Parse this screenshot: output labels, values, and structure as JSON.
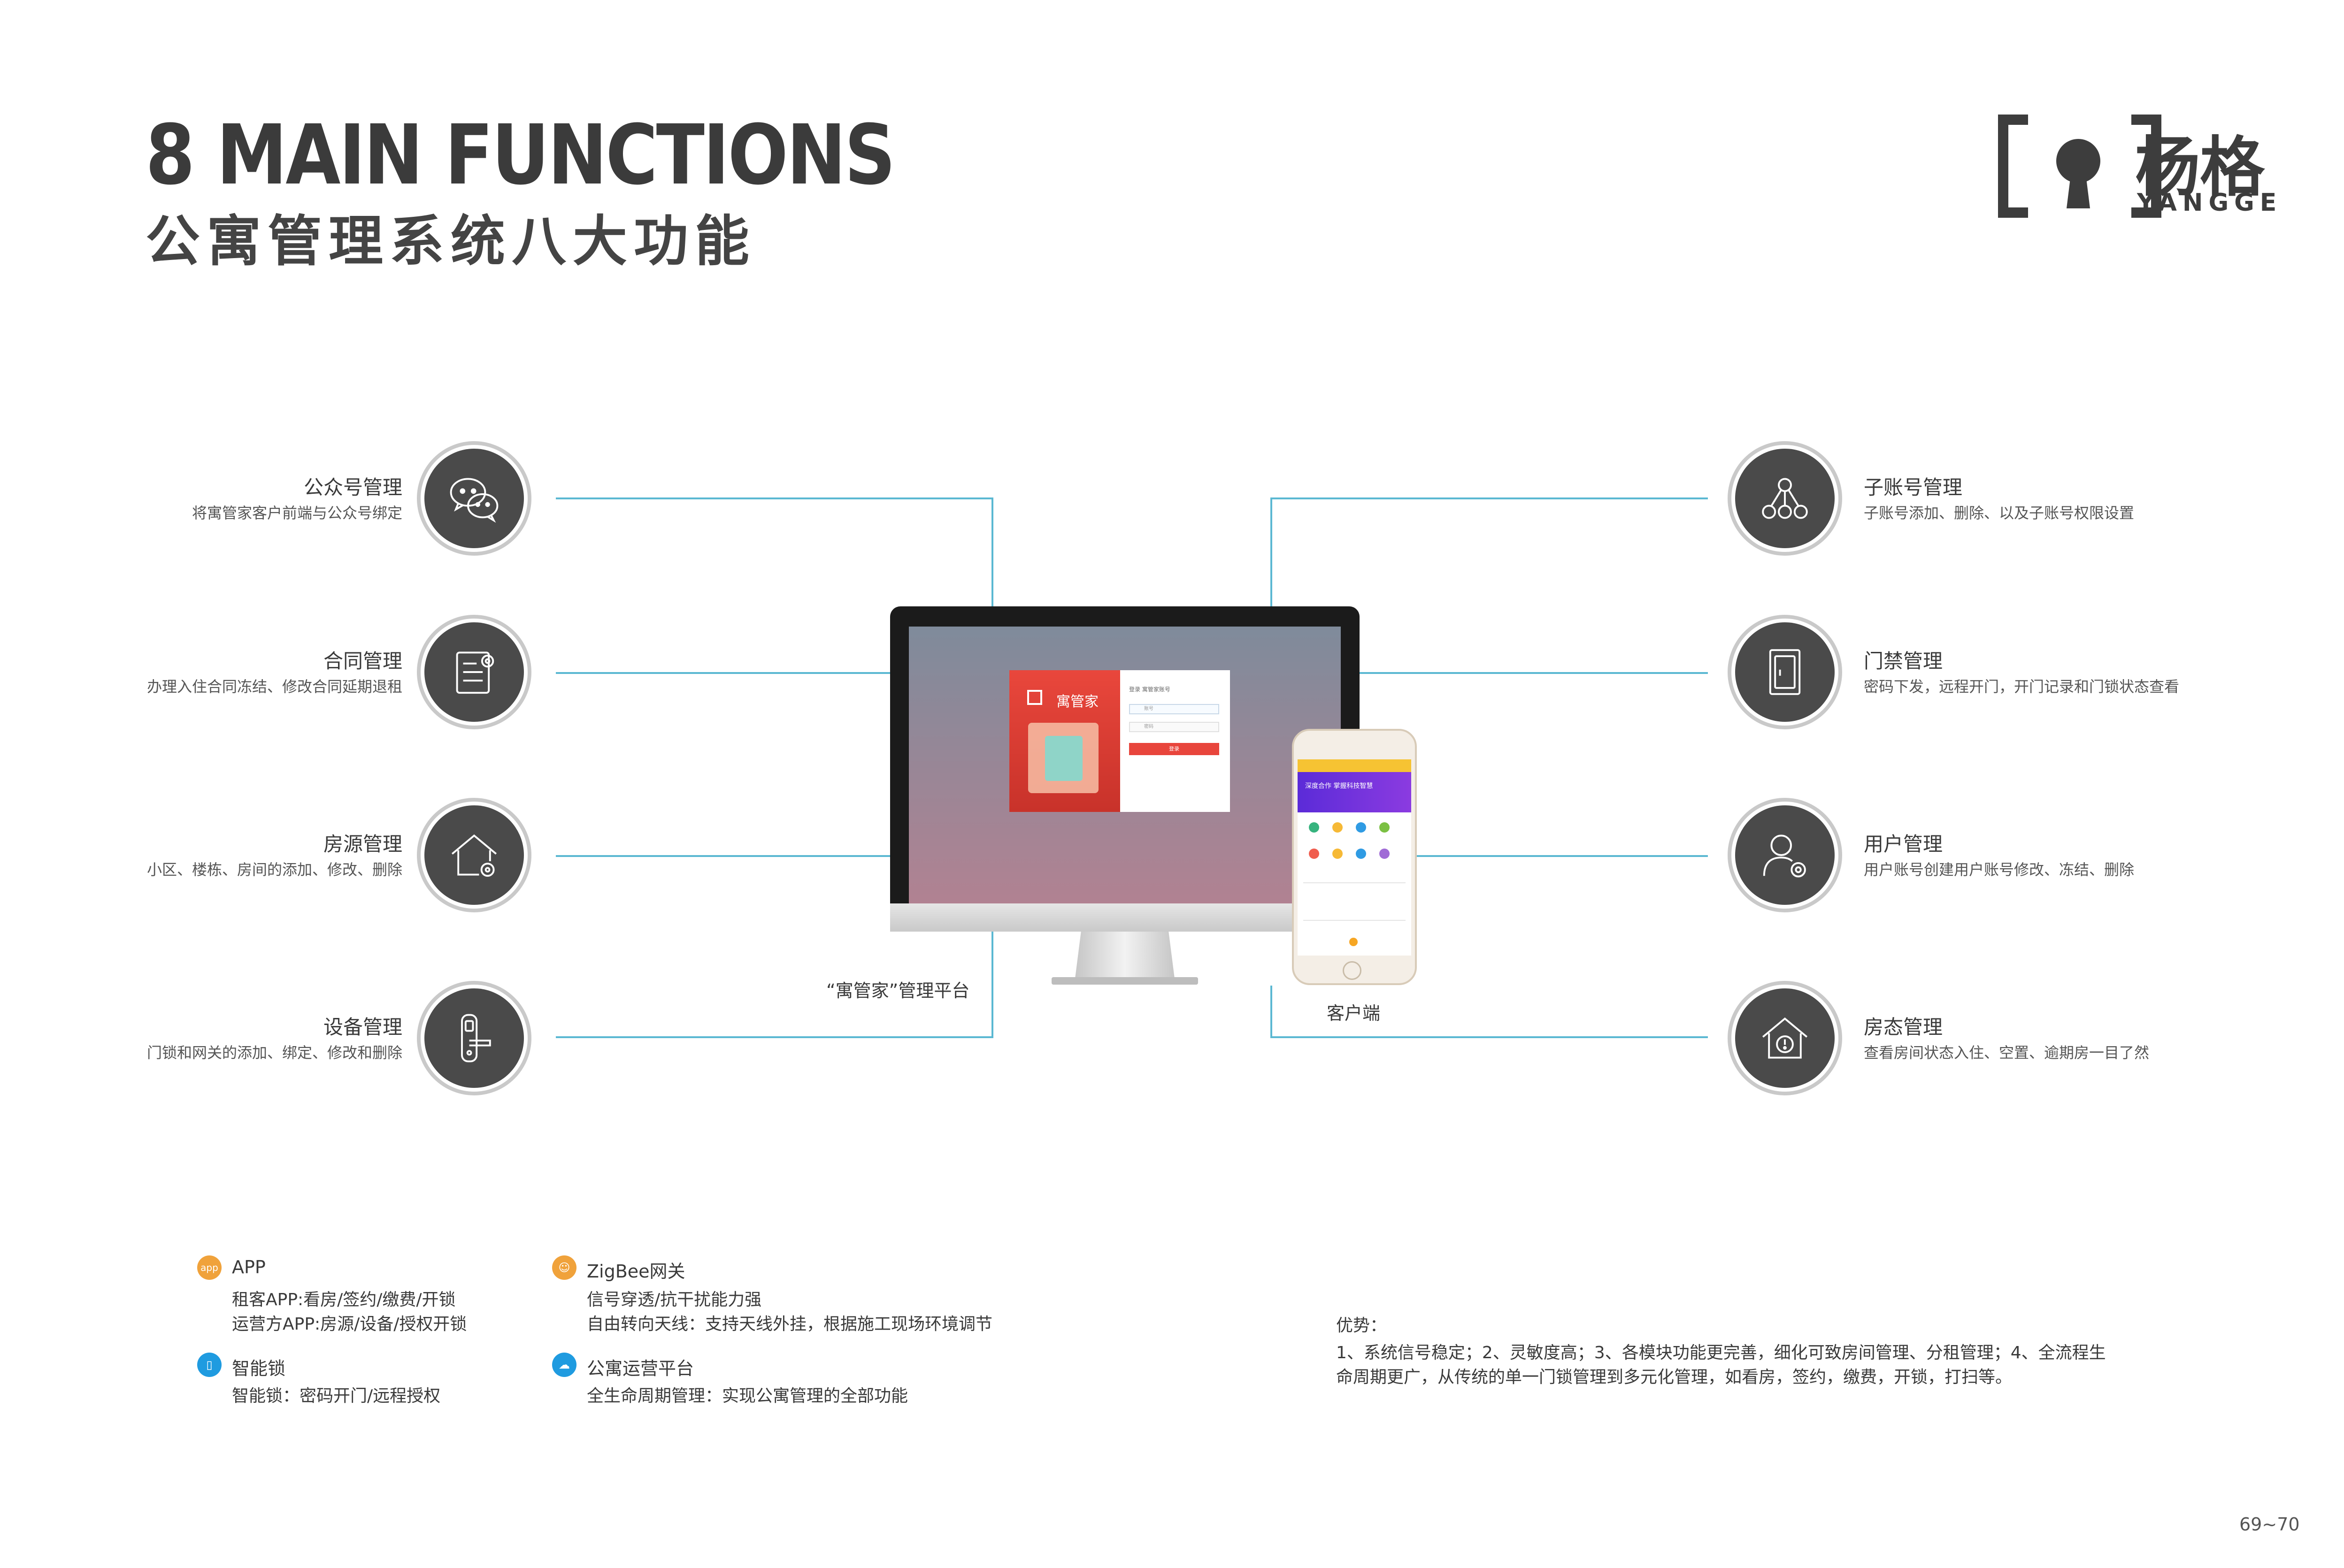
{
  "header": {
    "title_en": "8 MAIN FUNCTIONS",
    "title_cn": "公寓管理系统八大功能"
  },
  "logo": {
    "name_cn": "杨格",
    "name_en": "YANGGE"
  },
  "functions_left": [
    {
      "title": "公众号管理",
      "desc": "将寓管家客户前端与公众号绑定",
      "icon": "wechat-icon"
    },
    {
      "title": "合同管理",
      "desc": "办理入住合同冻结、修改合同延期退租",
      "icon": "contract-icon"
    },
    {
      "title": "房源管理",
      "desc": "小区、楼栋、房间的添加、修改、删除",
      "icon": "house-gear-icon"
    },
    {
      "title": "设备管理",
      "desc": "门锁和网关的添加、绑定、修改和删除",
      "icon": "door-lock-icon"
    }
  ],
  "functions_right": [
    {
      "title": "子账号管理",
      "desc": "子账号添加、删除、以及子账号权限设置",
      "icon": "network-icon"
    },
    {
      "title": "门禁管理",
      "desc": "密码下发，远程开门，开门记录和门锁状态查看",
      "icon": "door-icon"
    },
    {
      "title": "用户管理",
      "desc": "用户账号创建用户账号修改、冻结、删除",
      "icon": "user-gear-icon"
    },
    {
      "title": "房态管理",
      "desc": "查看房间状态入住、空置、逾期房一目了然",
      "icon": "house-alert-icon"
    }
  ],
  "center": {
    "platform_label": "“寓管家”管理平台",
    "client_label": "客户端",
    "login_brand": "寓管家",
    "login_heading": "登录  寓管家账号",
    "login_user_placeholder": "账号",
    "login_pass_placeholder": "密码",
    "login_button": "登录",
    "phone_banner_text": "深度合作 掌握科技智慧"
  },
  "features": [
    {
      "icon_label": "app",
      "color": "#f0a23b",
      "title": "APP",
      "lines": [
        "租客APP:看房/签约/缴费/开锁",
        "运营方APP:房源/设备/授权开锁"
      ]
    },
    {
      "icon_label": "▯",
      "color": "#1f9be0",
      "title": "智能锁",
      "lines": [
        "智能锁：密码开门/远程授权"
      ]
    },
    {
      "icon_label": "☺",
      "color": "#f0a23b",
      "title": "ZigBee网关",
      "lines": [
        "信号穿透/抗干扰能力强",
        "自由转向天线：支持天线外挂，根据施工现场环境调节"
      ]
    },
    {
      "icon_label": "☁",
      "color": "#1f9be0",
      "title": "公寓运营平台",
      "lines": [
        "全生命周期管理：实现公寓管理的全部功能"
      ]
    }
  ],
  "advantages": {
    "title": "优势：",
    "line1": "1、系统信号稳定；2、灵敏度高；3、各模块功能更完善，细化可致房间管理、分租管理；4、全流程生",
    "line2": "命周期更广，从传统的单一门锁管理到多元化管理，如看房，签约，缴费，开锁，打扫等。"
  },
  "page_number": "69~70",
  "colors": {
    "line": "#5bb8d2",
    "node": "#4a4a4a",
    "ring": "#c9c9c9"
  }
}
